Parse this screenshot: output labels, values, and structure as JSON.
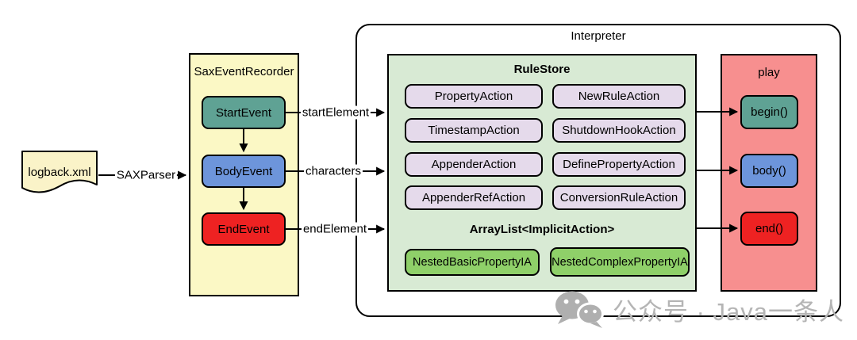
{
  "source_doc": {
    "label": "logback.xml"
  },
  "flow": {
    "parser_label": "SAXParser",
    "edge_labels": [
      "startElement",
      "characters",
      "endElement"
    ]
  },
  "recorder": {
    "title": "SaxEventRecorder",
    "events": [
      {
        "label": "StartEvent"
      },
      {
        "label": "BodyEvent"
      },
      {
        "label": "EndEvent"
      }
    ]
  },
  "interpreter": {
    "title": "Interpreter",
    "rule_store": {
      "title": "RuleStore",
      "actions": [
        "PropertyAction",
        "NewRuleAction",
        "TimestampAction",
        "ShutdownHookAction",
        "AppenderAction",
        "DefinePropertyAction",
        "AppenderRefAction",
        "ConversionRuleAction"
      ],
      "implicit_list_title": "ArrayList<ImplicitAction>",
      "implicit_actions": [
        "NestedBasicPropertyIA",
        "NestedComplexPropertyIA"
      ]
    },
    "play": {
      "title": "play",
      "methods": [
        "begin()",
        "body()",
        "end()"
      ]
    }
  },
  "watermark": {
    "text": "公众号 · Java一条人"
  },
  "colors": {
    "note_yellow": "#FBF8C5",
    "doc_yellow": "#FAF3C8",
    "event_teal": "#5FA294",
    "event_blue": "#6D95DB",
    "event_red": "#EE2222",
    "rulestore_green": "#D8EAD4",
    "action_lavender": "#E5DAEB",
    "implicit_green": "#8FD069",
    "play_pink": "#F78F8F",
    "border": "#000000",
    "watermark_gray": "#B5B5B5"
  }
}
